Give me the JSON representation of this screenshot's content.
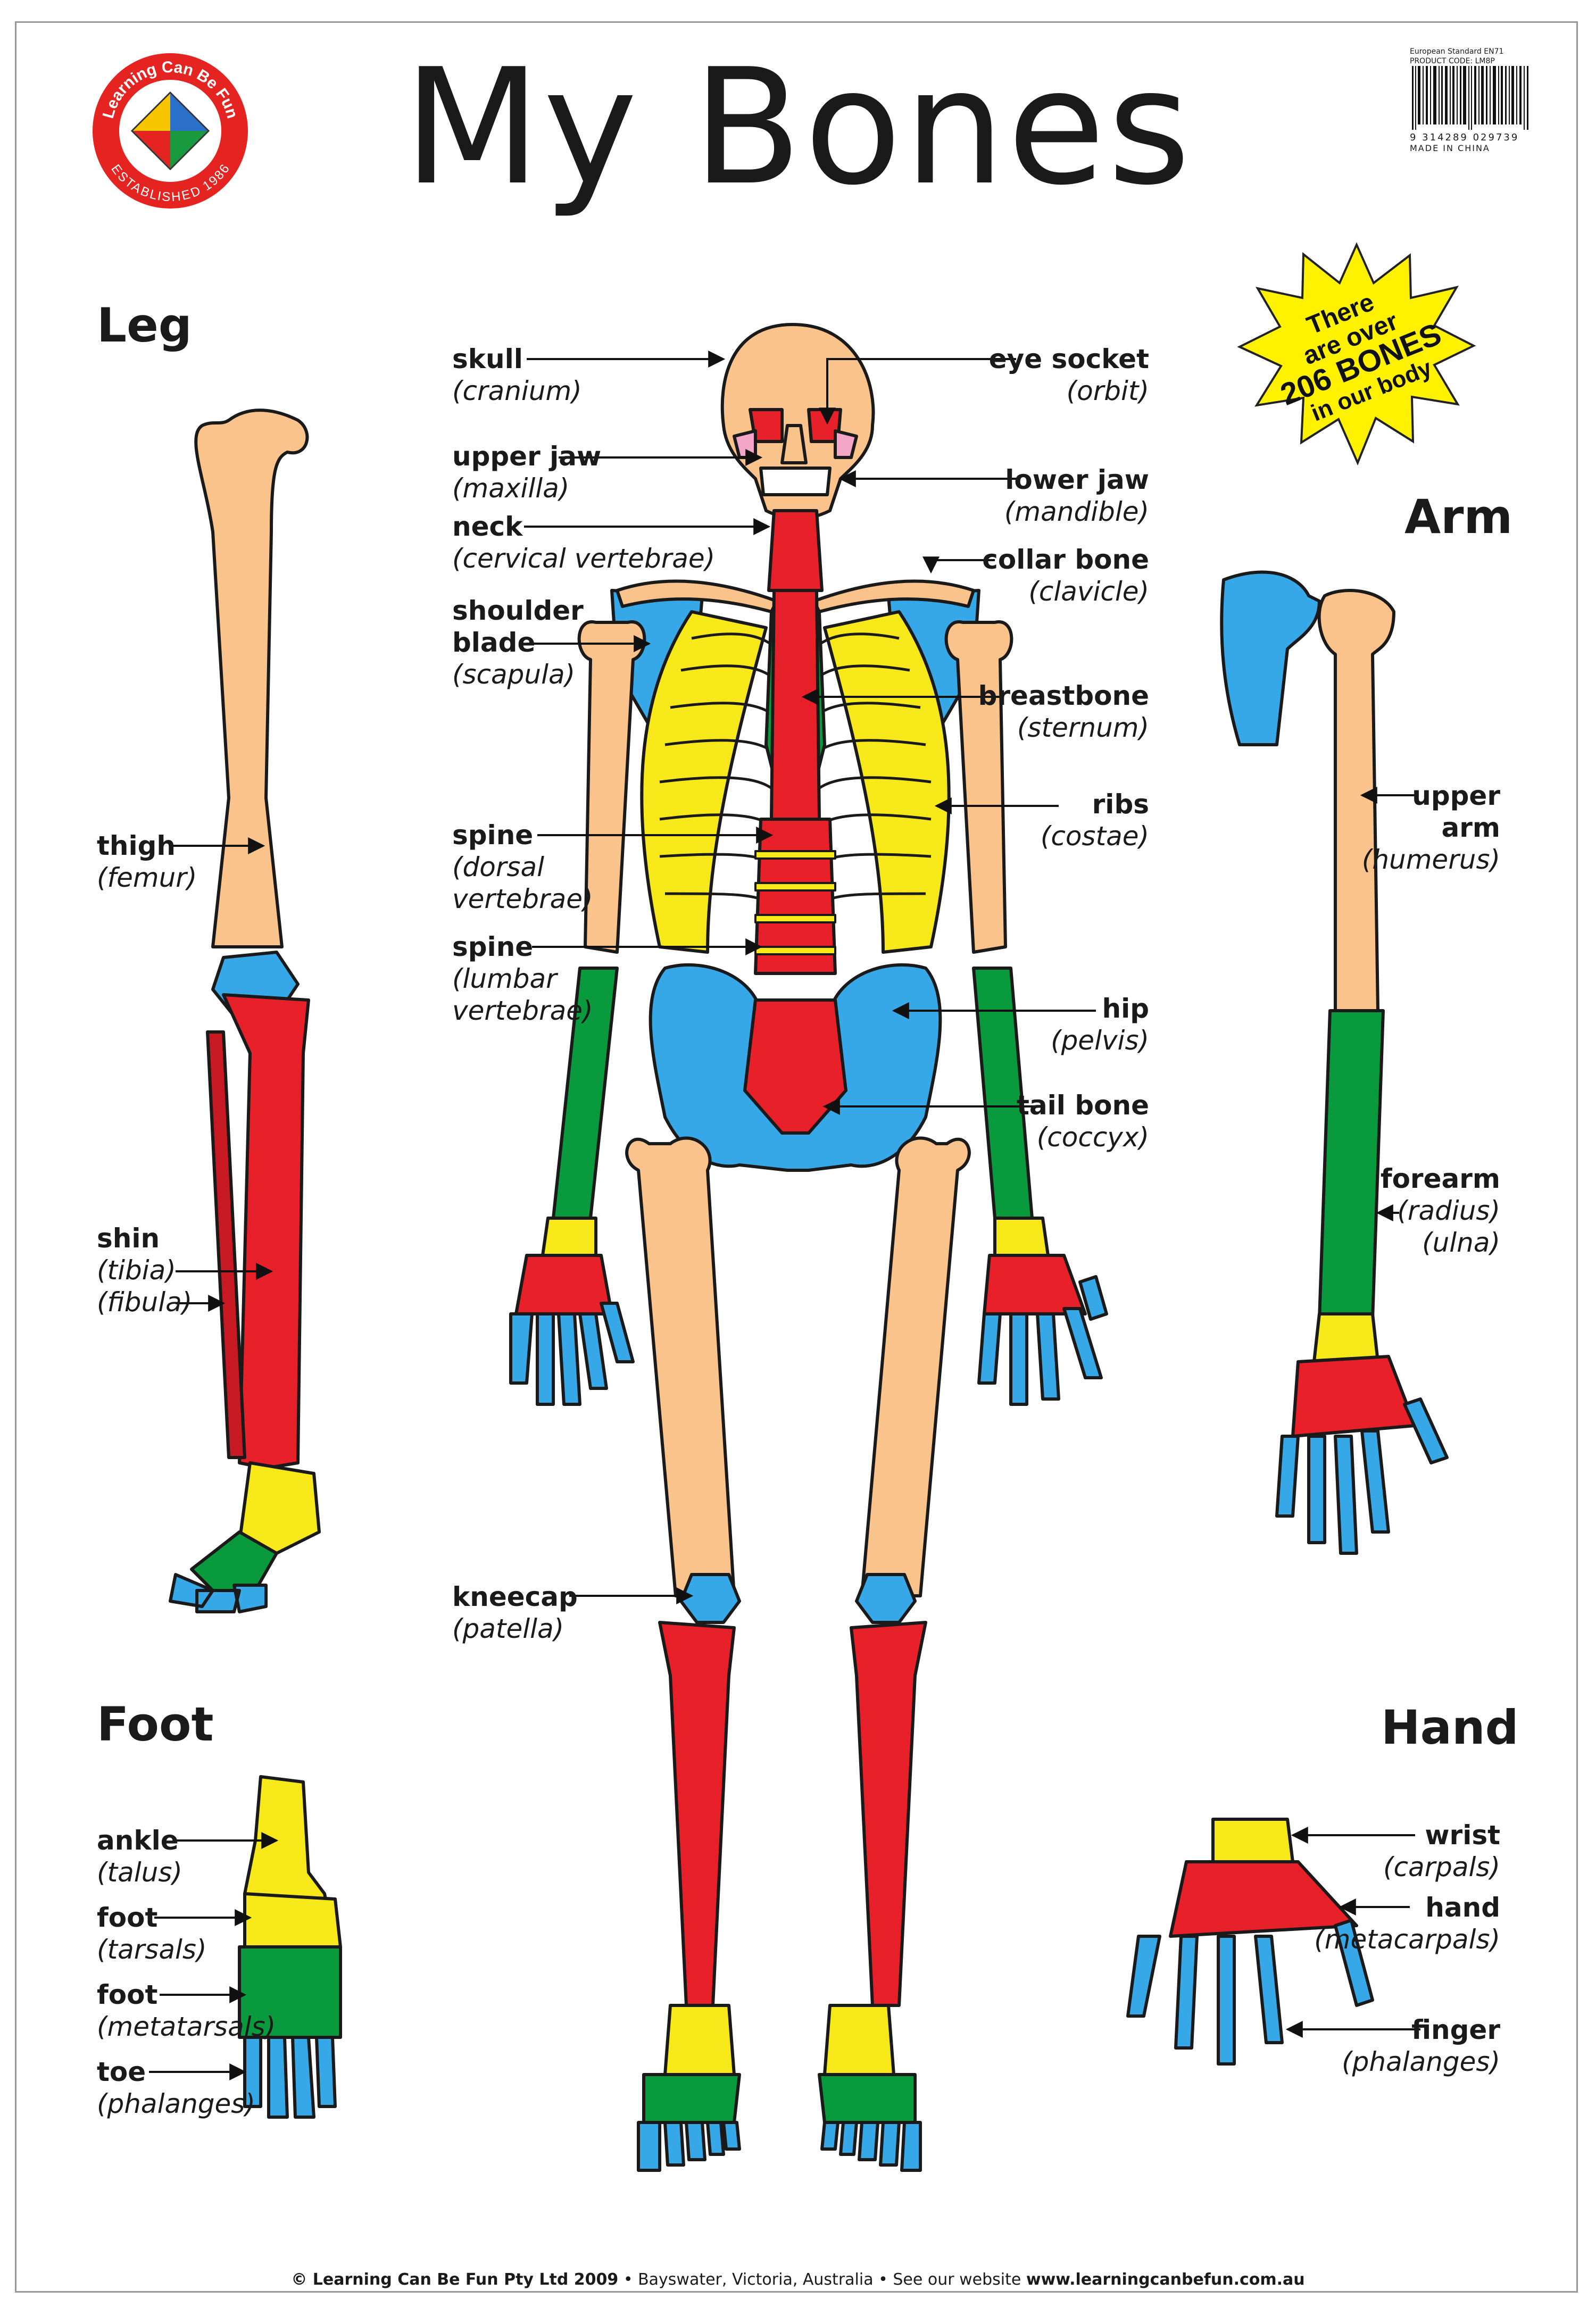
{
  "title": "My Bones",
  "logo": {
    "text_top": "Learning Can Be Fun",
    "text_bottom": "ESTABLISHED 1986"
  },
  "barcode": {
    "standard": "European Standard EN71",
    "product_code": "PRODUCT CODE: LM8P",
    "number": "9 314289 029739",
    "made_in": "MADE IN CHINA"
  },
  "starburst": {
    "lines": [
      "There",
      "are over",
      "206 BONES",
      "in our body"
    ]
  },
  "sections": {
    "leg": "Leg",
    "arm": "Arm",
    "foot": "Foot",
    "hand": "Hand"
  },
  "skeleton_labels": {
    "skull": {
      "name": "skull",
      "sub": "(cranium)"
    },
    "eye_socket": {
      "name": "eye socket",
      "sub": "(orbit)"
    },
    "upper_jaw": {
      "name": "upper jaw",
      "sub": "(maxilla)"
    },
    "lower_jaw": {
      "name": "lower jaw",
      "sub": "(mandible)"
    },
    "neck": {
      "name": "neck",
      "sub": "(cervical vertebrae)"
    },
    "collar_bone": {
      "name": "collar bone",
      "sub": "(clavicle)"
    },
    "shoulder_blade": {
      "name1": "shoulder",
      "name2": "blade",
      "sub": "(scapula)"
    },
    "breastbone": {
      "name": "breastbone",
      "sub": "(sternum)"
    },
    "ribs": {
      "name": "ribs",
      "sub": "(costae)"
    },
    "spine_dorsal": {
      "name": "spine",
      "sub1": "(dorsal",
      "sub2": "vertebrae)"
    },
    "spine_lumbar": {
      "name": "spine",
      "sub1": "(lumbar",
      "sub2": "vertebrae)"
    },
    "hip": {
      "name": "hip",
      "sub": "(pelvis)"
    },
    "tail_bone": {
      "name": "tail bone",
      "sub": "(coccyx)"
    },
    "kneecap": {
      "name": "kneecap",
      "sub": "(patella)"
    }
  },
  "leg_labels": {
    "thigh": {
      "name": "thigh",
      "sub": "(femur)"
    },
    "shin": {
      "name": "shin",
      "sub1": "(tibia)",
      "sub2": "(fibula)"
    }
  },
  "arm_labels": {
    "upper_arm": {
      "name1": "upper",
      "name2": "arm",
      "sub": "(humerus)"
    },
    "forearm": {
      "name": "forearm",
      "sub1": "(radius)",
      "sub2": "(ulna)"
    }
  },
  "foot_labels": {
    "ankle": {
      "name": "ankle",
      "sub": "(talus)"
    },
    "tarsals": {
      "name": "foot",
      "sub": "(tarsals)"
    },
    "metatarsals": {
      "name": "foot",
      "sub": "(metatarsals)"
    },
    "toe": {
      "name": "toe",
      "sub": "(phalanges)"
    }
  },
  "hand_labels": {
    "wrist": {
      "name": "wrist",
      "sub": "(carpals)"
    },
    "hand": {
      "name": "hand",
      "sub": "(metacarpals)"
    },
    "finger": {
      "name": "finger",
      "sub": "(phalanges)"
    }
  },
  "footer": {
    "left": "© Learning Can Be Fun Pty Ltd 2009",
    "middle": " • Bayswater, Victoria, Australia • See our website ",
    "url": "www.learningcanbefun.com.au"
  },
  "colors": {
    "bone": "#f9c38b",
    "blue": "#36a8e8",
    "red": "#e8202a",
    "yellow": "#f7e81a",
    "green": "#0a9a3e",
    "pink": "#f4a6c8",
    "starburst": "#fff200",
    "logo_red": "#e52421"
  }
}
